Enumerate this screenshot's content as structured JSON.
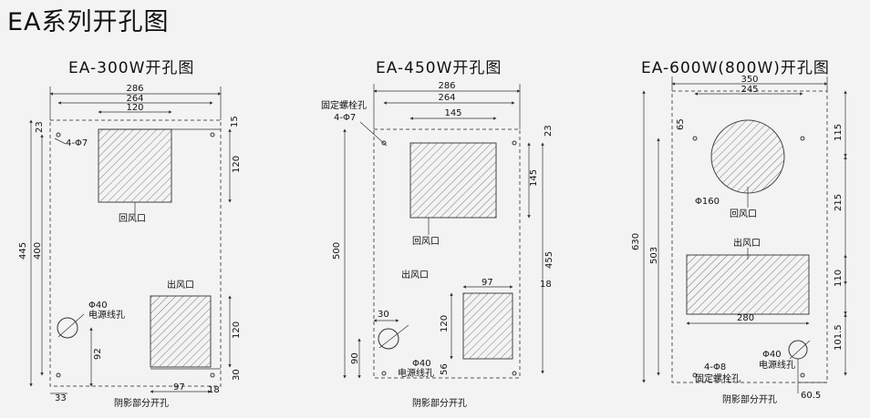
{
  "page_title": "EA系列开孔图",
  "common": {
    "return_air_label": "回风口",
    "outlet_label": "出风口",
    "power_hole_label": "电源线孔",
    "fix_bolt_label": "固定螺栓孔",
    "shaded_note": "阴影部分开孔"
  },
  "d300": {
    "title": "EA-300W开孔图",
    "dims": {
      "w286": "286",
      "w264": "264",
      "w120": "120",
      "d23": "23",
      "bolt": "4-Φ7",
      "d15": "15",
      "h120a": "120",
      "h445": "445",
      "h400": "400",
      "dia40": "Φ40",
      "h92": "92",
      "h120b": "120",
      "h30": "30",
      "w33": "33",
      "w97": "97",
      "w18": "18"
    }
  },
  "d450": {
    "title": "EA-450W开孔图",
    "dims": {
      "w286": "286",
      "w264": "264",
      "w145": "145",
      "bolt": "4-Φ7",
      "d23": "23",
      "h145": "145",
      "h500": "500",
      "h455": "455",
      "w97": "97",
      "w18": "18",
      "h120": "120",
      "w30": "30",
      "dia40": "Φ40",
      "h90": "90",
      "h56": "56"
    }
  },
  "d600": {
    "title": "EA-600W(800W)开孔图",
    "dims": {
      "w350": "350",
      "w245": "245",
      "d65": "65",
      "h115": "115",
      "dia160": "Φ160",
      "h215": "215",
      "h630": "630",
      "h503": "503",
      "h110": "110",
      "w280": "280",
      "h1015": "101.5",
      "bolt": "4-Φ8",
      "dia40": "Φ40",
      "w605": "60.5"
    }
  }
}
